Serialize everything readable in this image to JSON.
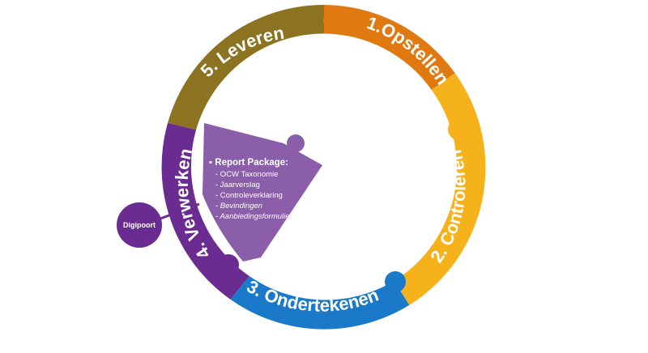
{
  "cycle": {
    "segments": [
      {
        "label": "1.Opstellen",
        "color": "#e07a10"
      },
      {
        "label": "2. Controleren",
        "color": "#f6b21b"
      },
      {
        "label": "3. Ondertekenen",
        "color": "#1a7ac9"
      },
      {
        "label": "4. Verwerken",
        "color": "#6a2c91"
      },
      {
        "label": "5. Leveren",
        "color": "#8c7322"
      }
    ]
  },
  "panel": {
    "color": "#8a5ea8",
    "title": "Report Package:",
    "items": [
      {
        "text": "- OCW Taxonomie",
        "italic": false
      },
      {
        "text": "- Jaarverslag",
        "italic": false
      },
      {
        "text": "- Controleverklaring",
        "italic": false
      },
      {
        "text": "- Bevindingen",
        "italic": true
      },
      {
        "text": "- Aanbiedingsformulier",
        "italic": true
      }
    ]
  },
  "node": {
    "label": "Digipoort",
    "color": "#6a2c91"
  }
}
